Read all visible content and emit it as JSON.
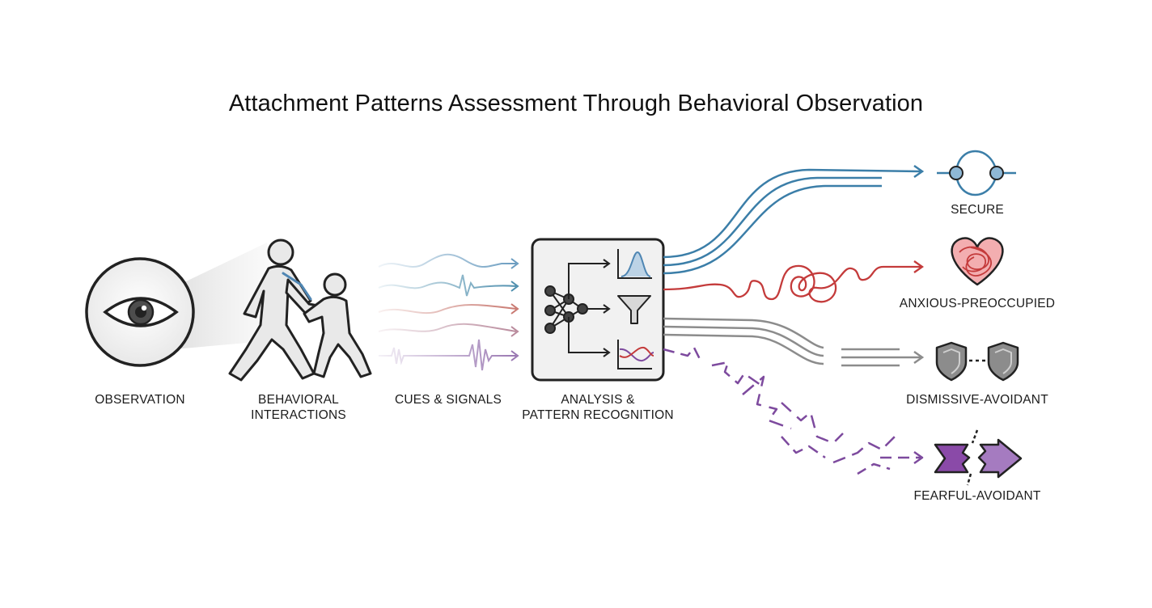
{
  "title": "Attachment Patterns Assessment Through Behavioral Observation",
  "stages": {
    "observation": "OBSERVATION",
    "interactions_line1": "BEHAVIORAL",
    "interactions_line2": "INTERACTIONS",
    "cues": "CUES & SIGNALS",
    "analysis_line1": "ANALYSIS &",
    "analysis_line2": "PATTERN RECOGNITION"
  },
  "outcomes": [
    {
      "label": "SECURE",
      "color": "#3b7ea8",
      "icon": "connected-circles-icon"
    },
    {
      "label": "ANXIOUS-PREOCCUPIED",
      "color": "#c43b3b",
      "icon": "tangled-heart-icon"
    },
    {
      "label": "DISMISSIVE-AVOIDANT",
      "color": "#8c8c8c",
      "icon": "shields-icon"
    },
    {
      "label": "FEARFUL-AVOIDANT",
      "color": "#7d4a9e",
      "icon": "broken-arrows-icon"
    }
  ],
  "colors": {
    "secure": "#3b7ea8",
    "anxious": "#c43b3b",
    "dismissive": "#8c8c8c",
    "fearful": "#7d4a9e",
    "outline": "#222222",
    "panel_fill": "#f1f1f1"
  }
}
